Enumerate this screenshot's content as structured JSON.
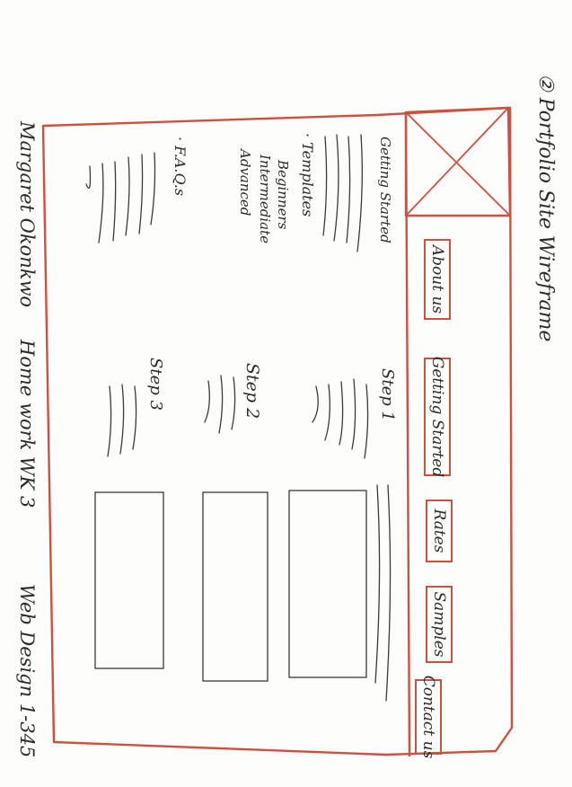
{
  "title": "② Portfolio Site Wireframe",
  "author": "Margaret Okonkwo",
  "assignment": "Home work WK 3",
  "course": "Web Design 1-345",
  "nav": {
    "items": [
      "About us",
      "Getting Started",
      "Rates",
      "Samples",
      "Contact us"
    ]
  },
  "sidebar": {
    "heading": "Getting Started",
    "templates": "· Templates",
    "levels": [
      "Beginners",
      "Intermediate",
      "Advanced"
    ],
    "faqs": "· F.A.Q.s"
  },
  "steps": [
    "Step 1",
    "Step 2",
    "Step 3"
  ]
}
